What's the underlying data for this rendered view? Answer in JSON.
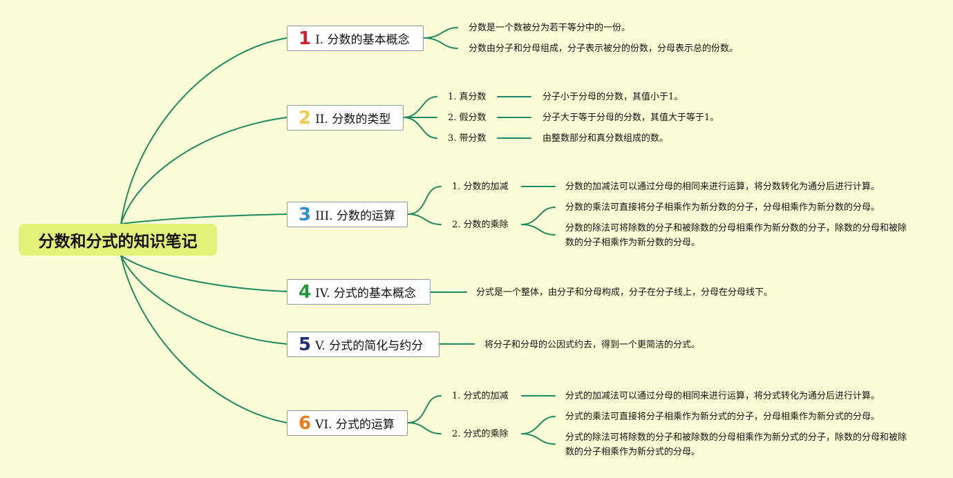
{
  "title": "分数和分式的知识笔记",
  "colors": {
    "background": "#fcfdd6",
    "root_fill": "#e4f178",
    "connector": "#1d8a5e",
    "node_border": "#8a9aa2"
  },
  "branches": [
    {
      "number": "1",
      "number_color": "#d81e2c",
      "label": "I. 分数的基本概念",
      "leaves": [
        "分数是一个数被分为若干等分中的一份。",
        "分数由分子和分母组成，分子表示被分的份数，分母表示总的份数。"
      ]
    },
    {
      "number": "2",
      "number_color": "#f2c94c",
      "label": "II. 分数的类型",
      "subs": [
        {
          "label": "1. 真分数",
          "leaves": [
            "分子小于分母的分数，其值小于1。"
          ]
        },
        {
          "label": "2. 假分数",
          "leaves": [
            "分子大于等于分母的分数，其值大于等于1。"
          ]
        },
        {
          "label": "3. 带分数",
          "leaves": [
            "由整数部分和真分数组成的数。"
          ]
        }
      ]
    },
    {
      "number": "3",
      "number_color": "#2d8fd6",
      "label": "III. 分数的运算",
      "subs": [
        {
          "label": "1. 分数的加减",
          "leaves": [
            "分数的加减法可以通过分母的相同来进行运算，将分数转化为通分后进行计算。"
          ]
        },
        {
          "label": "2. 分数的乘除",
          "leaves": [
            "分数的乘法可直接将分子相乘作为新分数的分子，分母相乘作为新分数的分母。",
            "分数的除法可将除数的分子和被除数的分母相乘作为新分数的分子，除数的分母和被除数的分子相乘作为新分数的分母。"
          ]
        }
      ]
    },
    {
      "number": "4",
      "number_color": "#1f9a3b",
      "label": "IV. 分式的基本概念",
      "leaves": [
        "分式是一个整体，由分子和分母构成，分子在分子线上，分母在分母线下。"
      ]
    },
    {
      "number": "5",
      "number_color": "#1f2f7a",
      "label": "V. 分式的简化与约分",
      "leaves": [
        "将分子和分母的公因式约去，得到一个更简洁的分式。"
      ]
    },
    {
      "number": "6",
      "number_color": "#f07a1a",
      "label": "VI. 分式的运算",
      "subs": [
        {
          "label": "1. 分式的加减",
          "leaves": [
            "分式的加减法可以通过分母的相同来进行运算，将分式转化为通分后进行计算。"
          ]
        },
        {
          "label": "2. 分式的乘除",
          "leaves": [
            "分式的乘法可直接将分子相乘作为新分式的分子，分母相乘作为新分式的分母。",
            "分式的除法可将除数的分子和被除数的分母相乘作为新分式的分子，除数的分母和被除数的分子相乘作为新分式的分母。"
          ]
        }
      ]
    }
  ]
}
